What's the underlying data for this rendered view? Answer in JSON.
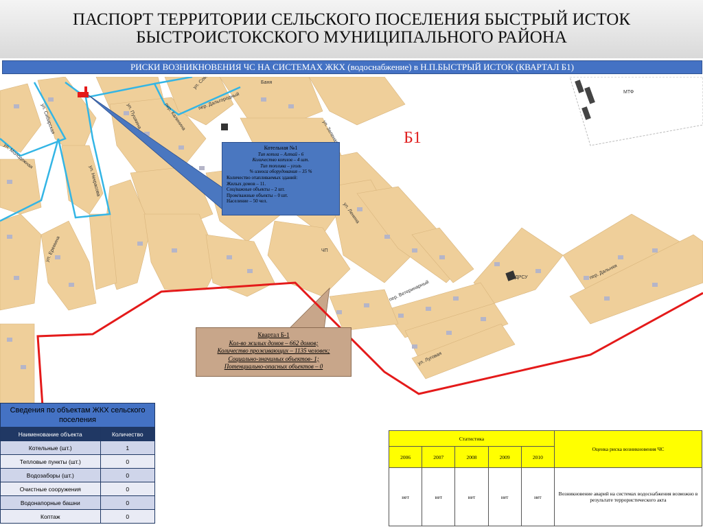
{
  "header": {
    "title_line1": "ПАСПОРТ ТЕРРИТОРИИ СЕЛЬСКОГО ПОСЕЛЕНИЯ БЫСТРЫЙ ИСТОК",
    "title_line2": "БЫСТРОИСТОКСКОГО МУНИЦИПАЛЬНОГО РАЙОНА",
    "subtitle": "РИСКИ ВОЗНИКНОВЕНИЯ ЧС НА СИСТЕМАХ ЖКХ (водоснабжение) в Н.П.БЫСТРЫЙ ИСТОК (КВАРТАЛ Б1)"
  },
  "map": {
    "quarter_label": "Б1",
    "labels": {
      "mtf": "МТФ",
      "lenina": "ул. Ленина",
      "zelenaya": "ул. Зеленая",
      "veterinarny": "пер. Ветеринарный",
      "dalnyaya": "пер. Дальняя",
      "lugovaya": "ул. Луговая",
      "nekrasova": "ул. Некрасова",
      "eremina": "ул. Еремина",
      "molodezhnaya": "ул. Молодежная",
      "sibirskaya": "ул. Сибирская",
      "pushkina": "ул. Пушкина",
      "kalinina": "пер. Калинина",
      "dalgorodny": "пер. Дальгородный",
      "sovhoznaya": "ул. Совхозная",
      "drsu": "ДРСУ",
      "banya": "Баня",
      "chu": "ЧП"
    },
    "colors": {
      "building": "#efcf9a",
      "roof": "#b5b5c8",
      "water": "#33b5e5",
      "border": "#e41a1a"
    }
  },
  "boiler_callout": {
    "title": "Котельная №1",
    "lines_italic": [
      "Тип котла – Алтай - 6",
      "Количество котлов – 4 шт.",
      "Тип топлива – уголь",
      "% износа оборудования – 35 %"
    ],
    "lines_plain": [
      "Количество отапливаемых зданий:",
      "Жилых домов – 11.",
      "Соц/важные объекты – 2 шт.",
      "Пром/важные объекты – 0 шт.",
      "Население – 50 чел."
    ]
  },
  "quarter_callout": {
    "title": "Квартал Б-1",
    "lines": [
      "Кол-во жилых домов –  662 домов;",
      "Количество проживающих – 1135 человек;",
      "Социально-значимых объектов- 1;",
      "Потенциально-опасных  объектов – 0"
    ]
  },
  "utilities_table": {
    "caption": "Сведения по объектам ЖКХ сельского поселения",
    "headers": [
      "Наименование объекта",
      "Количество"
    ],
    "rows": [
      [
        "Котельные (шт.)",
        "1"
      ],
      [
        "Тепловые пункты (шт.)",
        "0"
      ],
      [
        "Водозаборы (шт.)",
        "0"
      ],
      [
        "Очистные сооружения",
        "0"
      ],
      [
        "Водонапорные башни",
        "0"
      ],
      [
        "Коптаж",
        "0"
      ]
    ]
  },
  "risk_table": {
    "statistics_label": "Статистика",
    "risk_label": "Оценка риска возникновения ЧС",
    "years": [
      "2006",
      "2007",
      "2008",
      "2009",
      "2010"
    ],
    "values": [
      "нет",
      "нет",
      "нет",
      "нет",
      "нет"
    ],
    "risk_text": "Возникновение аварий на системах водоснабжения возможно в результате террористического акта"
  }
}
